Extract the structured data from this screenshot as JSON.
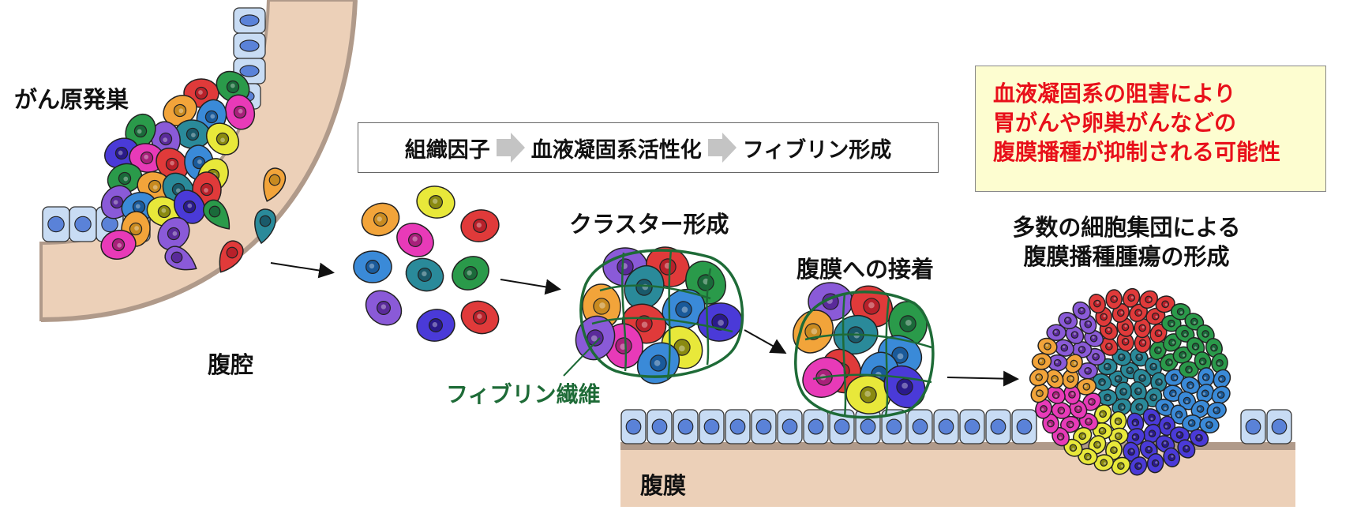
{
  "labels": {
    "primary_site": "がん原発巣",
    "peritoneal_cavity": "腹腔",
    "cluster_formation": "クラスター形成",
    "fibrin_fiber": "フィブリン繊維",
    "adhesion": "腹膜への接着",
    "dissemination_line1": "多数の細胞集団による",
    "dissemination_line2": "腹膜播種腫瘍の形成",
    "peritoneum": "腹膜"
  },
  "process": {
    "step1": "組織因子",
    "step2": "血液凝固系活性化",
    "step3": "フィブリン形成"
  },
  "note": {
    "line1": "血液凝固系の阻害により",
    "line2": "胃がんや卵巣がんなどの",
    "line3": "腹膜播種が抑制される可能性"
  },
  "colors": {
    "tissue": "#ecd0b8",
    "tissue_dark": "#b09a8a",
    "epithelium": "#c8dcf4",
    "fibrin": "#1e6b37",
    "note_text": "#e8101a",
    "note_bg": "#fdfdd0",
    "arrow_chevron": "#c4c4c4"
  }
}
